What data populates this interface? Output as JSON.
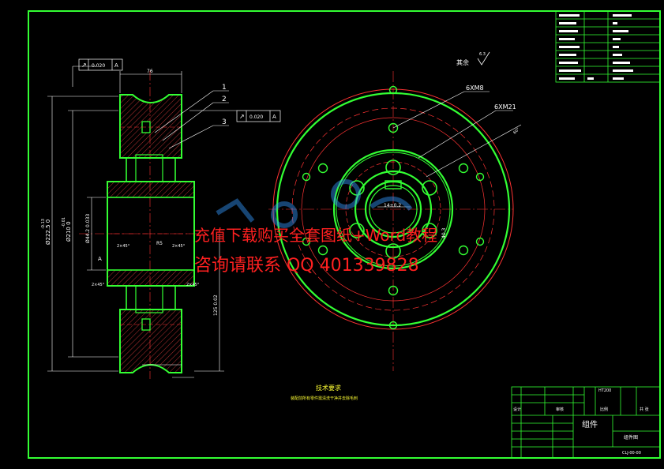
{
  "section_view": {
    "tolerance_frame_1": {
      "symbol": "↗",
      "value": "0.020",
      "datum": "A"
    },
    "tolerance_frame_2": {
      "symbol": "↗",
      "value": "0.020",
      "datum": "A"
    },
    "dim_width": "76",
    "dim_outer_dia": "Ø222.5 0",
    "dim_outer_tol": "-0.13",
    "dim_pitch_dia": "Ø210 0",
    "dim_pitch_tol": "-0.01",
    "dim_bore": "Ø44.2 0.033",
    "dim_bottom": "125 0.02",
    "dim_r": "R5",
    "chamfer_label": "2×45°",
    "datum_label": "A",
    "balloons": [
      "1",
      "2",
      "3"
    ]
  },
  "front_view": {
    "label_holes_small": "6XM8",
    "label_holes_large": "6XM21",
    "label_keyway": "14±0.2",
    "label_depth": "40.3",
    "label_angle": "60°",
    "surface_finish": "其余",
    "surface_value": "6.3"
  },
  "tech_req": {
    "title": "技术要求",
    "line": "装配前所有零件需清洗干净并去除毛刺"
  },
  "watermark": {
    "line1": "充值下载购买全套图纸+Word教程",
    "line2": "咨询请联系  QQ 401339828"
  },
  "title_block": {
    "name": "组件",
    "drawing_no": "CLJ-00-00",
    "material": "HT200",
    "label_design": "设计",
    "label_check": "审核",
    "label_scale": "比例",
    "label_sheet": "共 张",
    "company": "组件图"
  },
  "colors": {
    "border": "#33ff33",
    "outline": "#33ff33",
    "hidden": "#ff3333",
    "text": "#ffffff",
    "watermark": "#ff2020",
    "hatch": "#ff4444"
  }
}
